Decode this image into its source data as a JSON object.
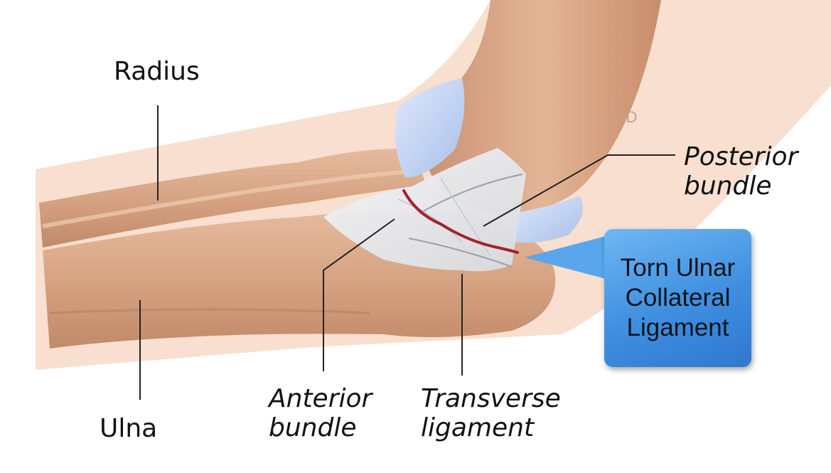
{
  "labels": {
    "radius": "Radius",
    "ulna": "Ulna",
    "posterior_bundle": [
      "Posterior",
      "bundle"
    ],
    "anterior_bundle": [
      "Anterior",
      "bundle"
    ],
    "transverse_ligament": [
      "Transverse",
      "ligament"
    ]
  },
  "callout": {
    "lines": [
      "Torn Ulnar",
      "Collateral",
      "Ligament"
    ]
  },
  "watermark": "3MD",
  "colors": {
    "skin_light": "#f7dccb",
    "bone": "#d9a886",
    "bone_shade": "#b98161",
    "capsule": "#b8cdf0",
    "ligament": "#e6e8ec",
    "tear": "#a3232e",
    "callout_blue": "#3f8fe0"
  }
}
